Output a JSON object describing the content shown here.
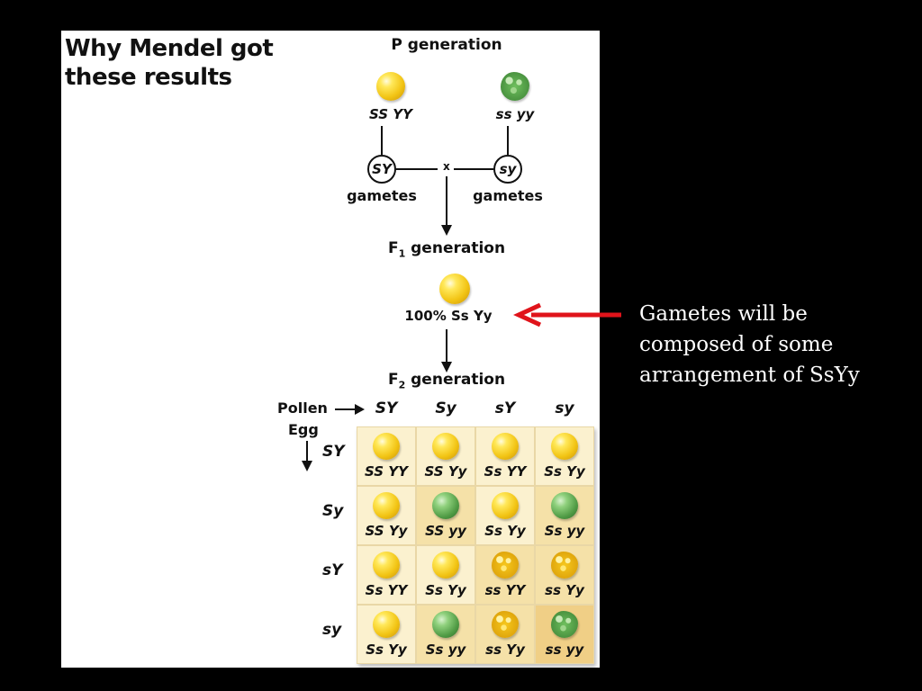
{
  "figure": {
    "title_line1": "Why Mendel got",
    "title_line2": "these results",
    "p_generation": "P generation",
    "p_left_genotype": "SS YY",
    "p_right_genotype": "ss yy",
    "p_left_gamete": "SY",
    "p_right_gamete": "sy",
    "cross_symbol": "x",
    "gametes_left": "gametes",
    "gametes_right": "gametes",
    "f1_label": "F",
    "f1_sub": "1",
    "f1_suffix": " generation",
    "f1_genotype": "100% Ss Yy",
    "f2_label": "F",
    "f2_sub": "2",
    "f2_suffix": " generation",
    "pollen_label": "Pollen",
    "egg_label": "Egg",
    "pollen_gametes": [
      "SY",
      "Sy",
      "sY",
      "sy"
    ],
    "egg_gametes": [
      "SY",
      "Sy",
      "sY",
      "sy"
    ],
    "punnett": [
      [
        {
          "genotype": "SS YY",
          "pea": "yellow",
          "shade": "light"
        },
        {
          "genotype": "SS Yy",
          "pea": "yellow",
          "shade": "light"
        },
        {
          "genotype": "Ss YY",
          "pea": "yellow",
          "shade": "light"
        },
        {
          "genotype": "Ss Yy",
          "pea": "yellow",
          "shade": "light"
        }
      ],
      [
        {
          "genotype": "SS Yy",
          "pea": "yellow",
          "shade": "light"
        },
        {
          "genotype": "SS yy",
          "pea": "green",
          "shade": "mid"
        },
        {
          "genotype": "Ss Yy",
          "pea": "yellow",
          "shade": "light"
        },
        {
          "genotype": "Ss yy",
          "pea": "green",
          "shade": "mid"
        }
      ],
      [
        {
          "genotype": "Ss YY",
          "pea": "yellow",
          "shade": "light"
        },
        {
          "genotype": "Ss Yy",
          "pea": "yellow",
          "shade": "light"
        },
        {
          "genotype": "ss YY",
          "pea": "wrinkled-yellow",
          "shade": "mid"
        },
        {
          "genotype": "ss Yy",
          "pea": "wrinkled-yellow",
          "shade": "mid"
        }
      ],
      [
        {
          "genotype": "Ss Yy",
          "pea": "yellow",
          "shade": "light"
        },
        {
          "genotype": "Ss yy",
          "pea": "green",
          "shade": "mid"
        },
        {
          "genotype": "ss Yy",
          "pea": "wrinkled-yellow",
          "shade": "mid"
        },
        {
          "genotype": "ss yy",
          "pea": "wrinkled-green",
          "shade": "dark"
        }
      ]
    ]
  },
  "annotation": {
    "text": "Gametes will be composed of some arrangement of SsYy",
    "arrow_color": "#e0141b"
  }
}
